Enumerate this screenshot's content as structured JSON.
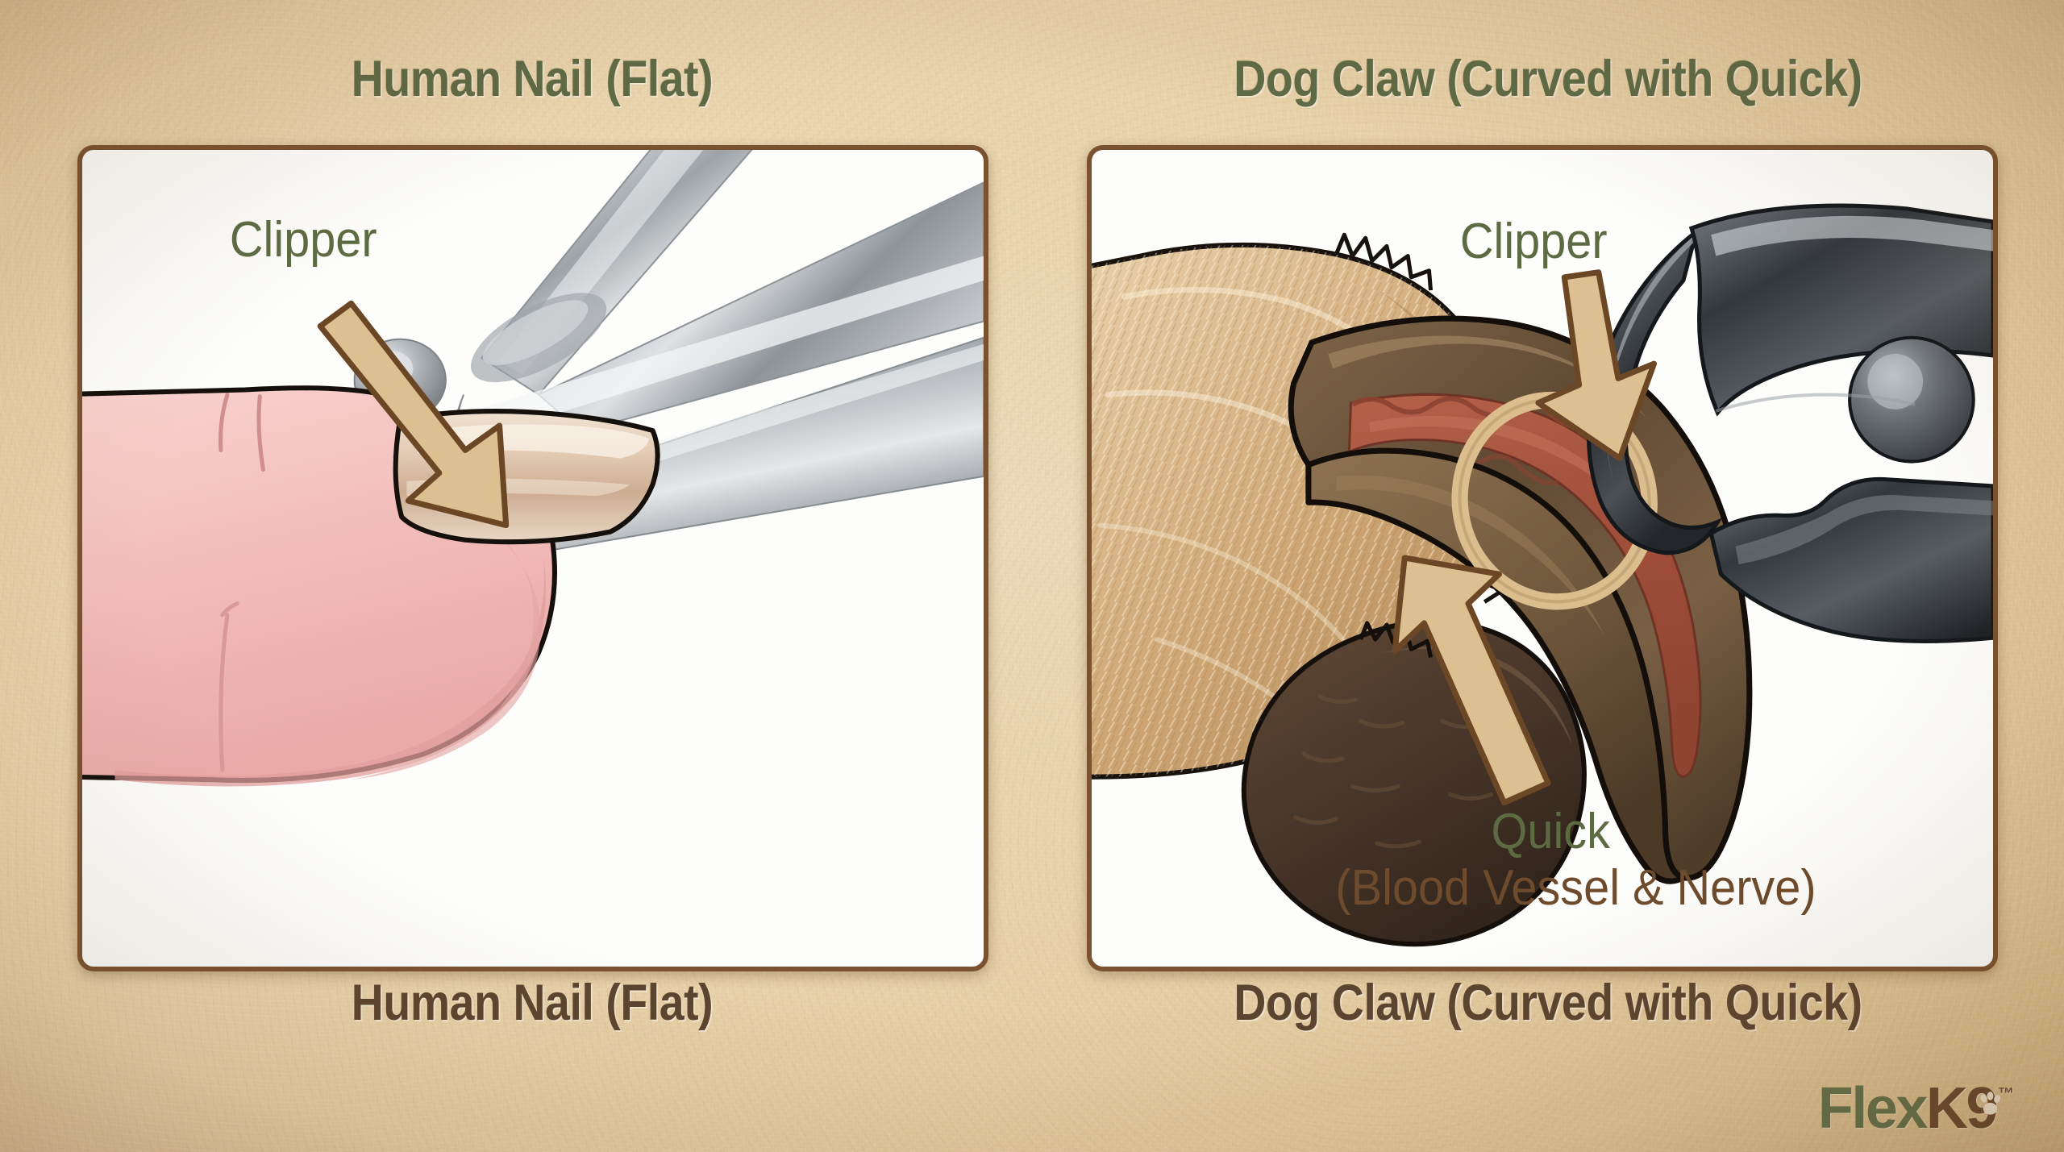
{
  "headings": {
    "left": "Human Nail (Flat)",
    "right": "Dog Claw (Curved with Quick)"
  },
  "captions": {
    "left": "Human Nail (Flat)",
    "right": "Dog Claw (Curved with Quick)"
  },
  "left_panel": {
    "annotations": {
      "clipper": "Clipper"
    }
  },
  "right_panel": {
    "annotations": {
      "clipper": "Clipper",
      "quick": "Quick",
      "quick_sub": "(Blood Vessel & Nerve)"
    }
  },
  "logo": {
    "flex": "Flex",
    "k": "K",
    "nine": "9",
    "tm": "™",
    "paw_icon": "paw-print-icon"
  },
  "colors": {
    "heading_green": "#5f6b46",
    "caption_brown": "#5c4530",
    "panel_border": "#7a5230",
    "panel_bg": "#fdfdfb",
    "page_bg": "#e6cda0",
    "arrow_fill": "#ddc092",
    "arrow_stroke": "#6b4726",
    "anno_green": "#5d6b43",
    "anno_brown": "#6e4b2c",
    "skin_pink": "#f3bfbd",
    "nail_beige": "#d8bda6",
    "fur_tan": "#d5b184",
    "paw_pad_brown": "#4c382a",
    "claw_brown": "#6c5238",
    "quick_red": "#a8553f",
    "clipper_steel": "#b9bcbe",
    "clipper_dark_steel": "#3c3f44",
    "quick_ring": "#dcbd8e"
  }
}
